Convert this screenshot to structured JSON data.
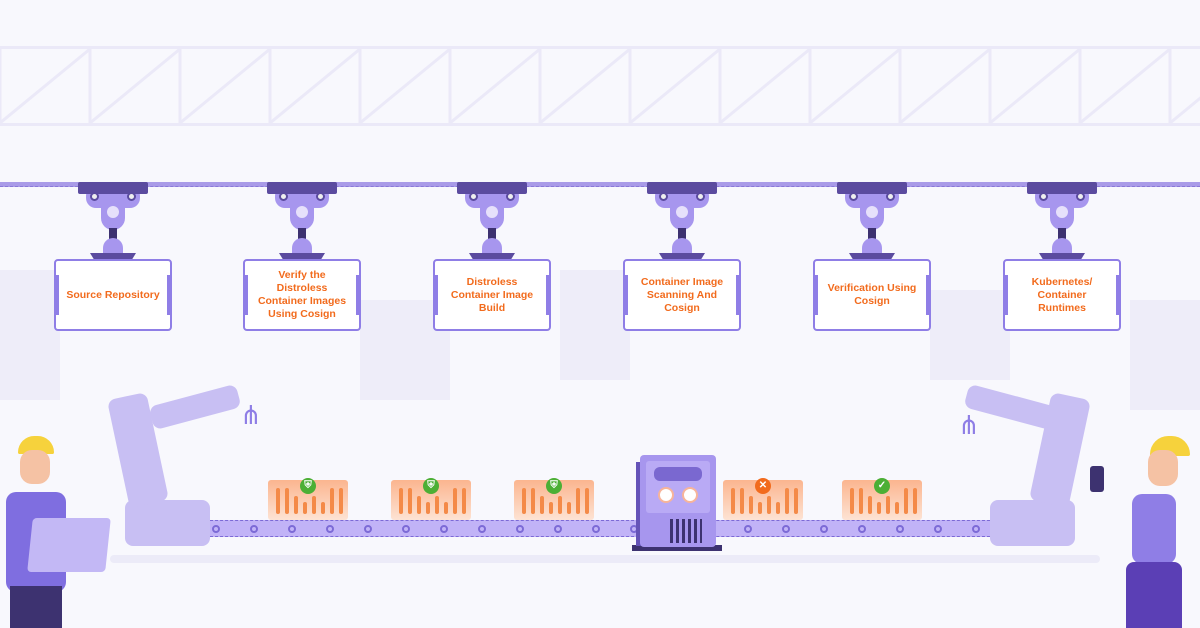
{
  "pipeline": {
    "stages": [
      {
        "label": "Source Repository"
      },
      {
        "label": "Verify the Distroless Container Images Using Cosign"
      },
      {
        "label": "Distroless Container Image Build"
      },
      {
        "label": "Container Image Scanning And Cosign"
      },
      {
        "label": "Verification Using Cosign"
      },
      {
        "label": "Kubernetes/ Container Runtimes"
      }
    ],
    "boxes": [
      {
        "status": "verified-shield",
        "color": "#4caf35"
      },
      {
        "status": "verified-shield",
        "color": "#4caf35"
      },
      {
        "status": "verified-shield",
        "color": "#4caf35"
      },
      {
        "status": "rejected",
        "color": "#f26b1d"
      },
      {
        "status": "approved",
        "color": "#4caf35"
      }
    ]
  },
  "colors": {
    "accent": "#f26b1d",
    "purple": "#8f7ee6",
    "background": "#f8f8fd"
  }
}
